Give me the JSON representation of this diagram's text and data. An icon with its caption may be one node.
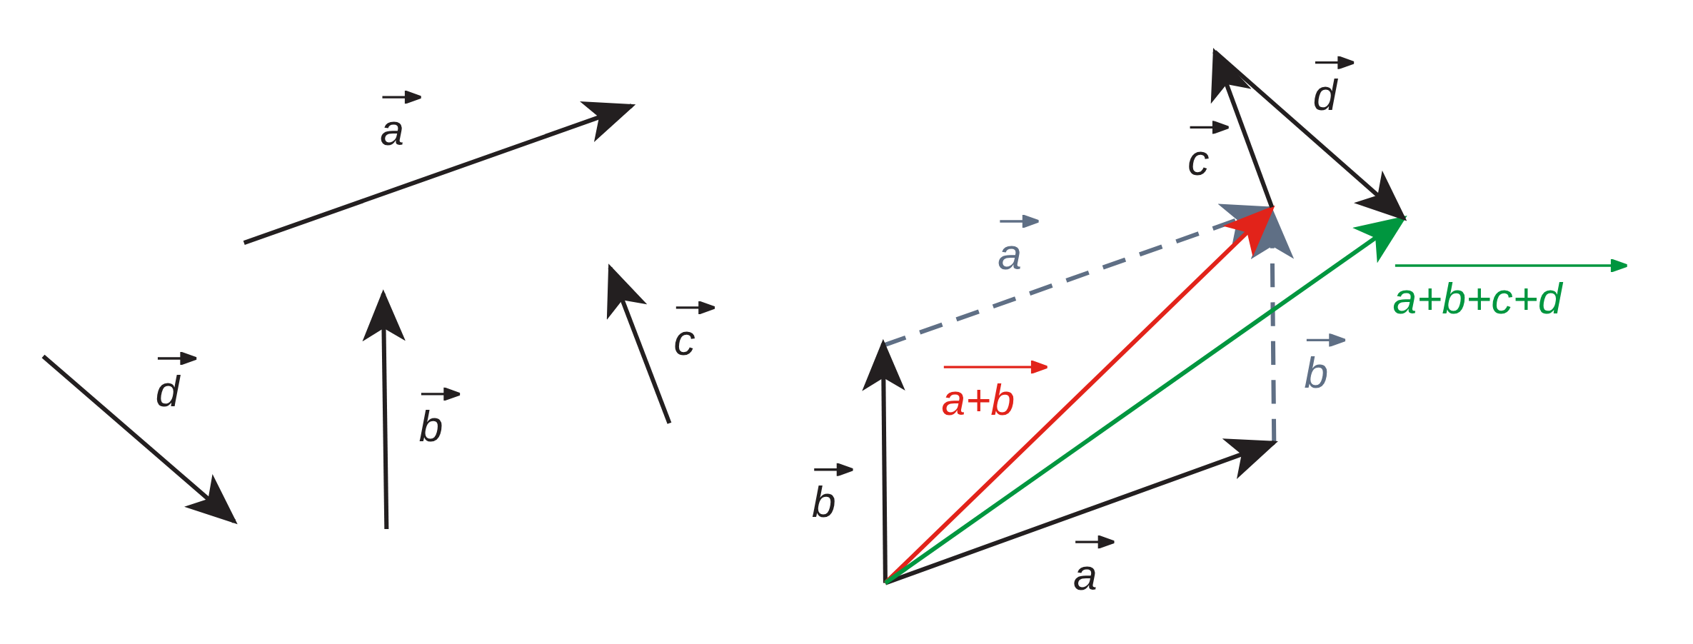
{
  "diagram": {
    "labels": [
      "a",
      "d",
      "b",
      "c",
      "d",
      "c",
      "a",
      "a+b",
      "b",
      "a+b+c+d",
      "b",
      "a"
    ]
  }
}
